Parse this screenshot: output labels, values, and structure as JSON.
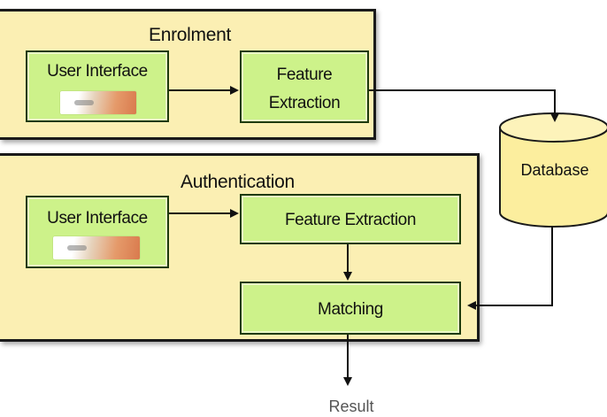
{
  "enrolment": {
    "title": "Enrolment",
    "user_interface": "User Interface",
    "feature_extraction": [
      "Feature",
      "Extraction"
    ]
  },
  "authentication": {
    "title": "Authentication",
    "user_interface": "User Interface",
    "feature_extraction": "Feature Extraction",
    "matching": "Matching"
  },
  "database": {
    "label": "Database"
  },
  "result": {
    "label": "Result"
  },
  "colors": {
    "panel_fill": "#fbefb3",
    "box_fill": "#cdf28a",
    "box_border": "#1e3a0c",
    "database_fill": "#fcee9e",
    "line": "#111111"
  },
  "icons": {
    "enrolment_image": "hand-image-icon",
    "authentication_image": "hand-image-icon"
  }
}
